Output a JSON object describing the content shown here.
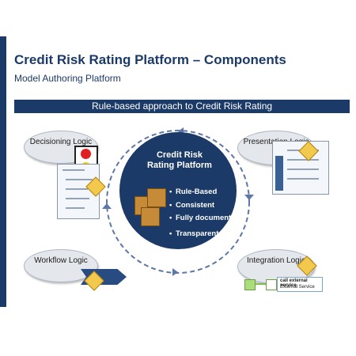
{
  "slide": {
    "title": "Credit Risk Rating Platform – Components",
    "subtitle": "Model Authoring Platform",
    "banner": "Rule-based approach to Credit Risk Rating"
  },
  "center": {
    "title": "Credit Risk Rating Platform",
    "bullets": [
      "Rule-Based",
      "Consistent",
      "Fully documented",
      "Transparent"
    ]
  },
  "components": {
    "decisioning": "Decisioning Logic",
    "presentation": "Presentation Logic",
    "workflow": "Workflow Logic",
    "integration": "Integration Logic"
  },
  "integration_service": {
    "call_label": "call external service",
    "service_label": "External Service"
  },
  "colors": {
    "brand_navy": "#1b3a67",
    "bubble_fill": "#e4e7ec",
    "traffic_red": "#e02020",
    "traffic_yellow": "#f4d000",
    "traffic_green": "#1f9f36"
  }
}
